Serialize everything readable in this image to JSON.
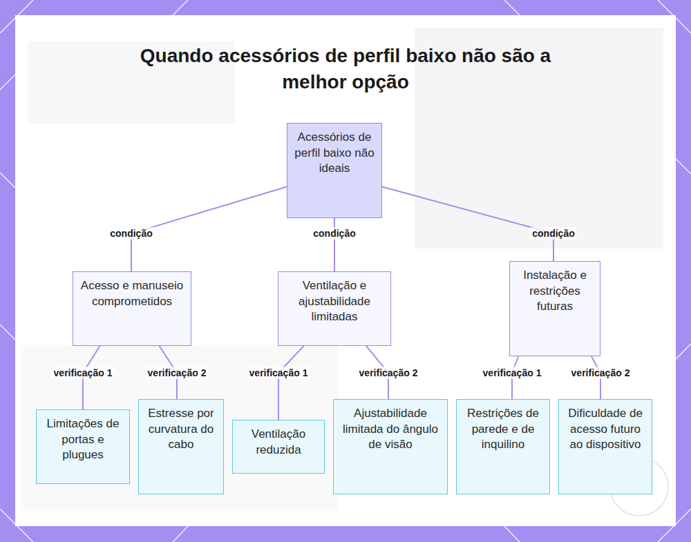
{
  "diagram": {
    "title": "Quando acessórios de perfil baixo não são a melhor opção",
    "nodes": [
      {
        "text": [
          "Acessórios de perfil baixo não ideais"
        ]
      },
      {
        "text": [
          "Acesso e manuseio comprometidos"
        ]
      },
      {
        "text": [
          "Ventilação e ajustabilidade limitadas"
        ]
      },
      {
        "text": [
          "Instalação e restrições futuras"
        ]
      },
      {
        "text": [
          "Limitações de portas e plugues"
        ]
      },
      {
        "text": [
          "Estresse por curvatura do cabo"
        ]
      },
      {
        "text": [
          "Ventilação reduzida"
        ]
      },
      {
        "text": [
          "Ajustabilidade limitada do ângulo de visão"
        ]
      },
      {
        "text": [
          "Restrições de parede e de inquilino"
        ]
      },
      {
        "text": [
          "Dificuldade de acesso futuro ao dispositivo"
        ]
      }
    ],
    "edges": [
      {
        "from": 0,
        "to": 1,
        "label": "condição",
        "arrow": "none"
      },
      {
        "from": 0,
        "to": 2,
        "label": "condição",
        "arrow": "none"
      },
      {
        "from": 0,
        "to": 3,
        "label": "condição",
        "arrow": "none"
      },
      {
        "from": 1,
        "to": 4,
        "label": "verificação 1",
        "arrow": "none"
      },
      {
        "from": 1,
        "to": 5,
        "label": "verificação 2",
        "arrow": "none"
      },
      {
        "from": 2,
        "to": 6,
        "label": "verificação 1",
        "arrow": "none"
      },
      {
        "from": 2,
        "to": 7,
        "label": "verificação 2",
        "arrow": "none"
      },
      {
        "from": 3,
        "to": 8,
        "label": "verificação 1",
        "arrow": "none"
      },
      {
        "from": 3,
        "to": 9,
        "label": "verificação 2",
        "arrow": "none"
      }
    ]
  }
}
